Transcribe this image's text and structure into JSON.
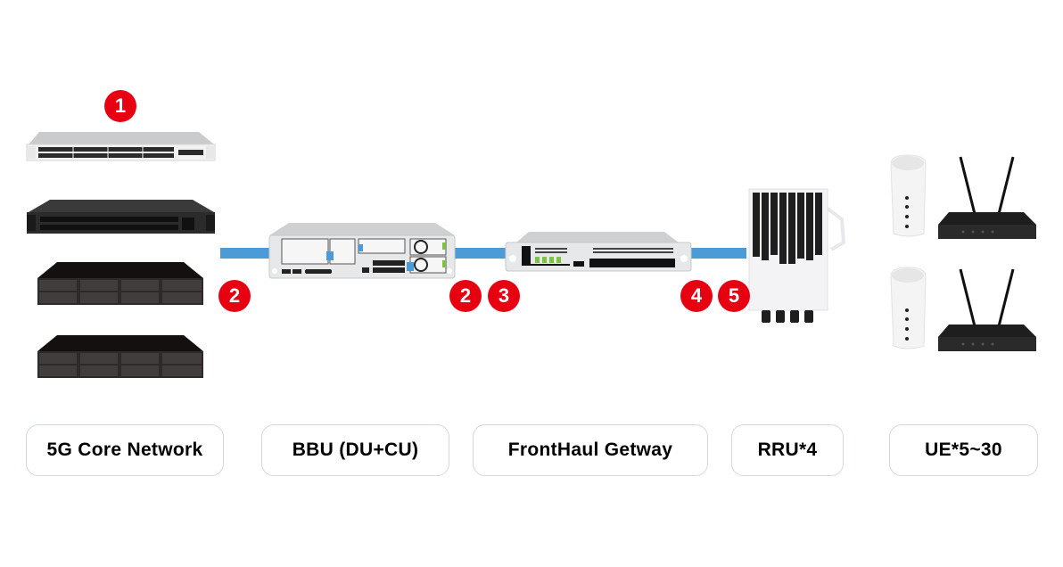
{
  "diagram": {
    "title": "5G network topology",
    "badges": [
      {
        "id": "b1",
        "text": "1"
      },
      {
        "id": "b2a",
        "text": "2"
      },
      {
        "id": "b2b",
        "text": "2"
      },
      {
        "id": "b3",
        "text": "3"
      },
      {
        "id": "b4",
        "text": "4"
      },
      {
        "id": "b5",
        "text": "5"
      }
    ],
    "labels": [
      {
        "id": "core",
        "text": "5G Core Network"
      },
      {
        "id": "bbu",
        "text": "BBU (DU+CU)"
      },
      {
        "id": "fronthaul",
        "text": "FrontHaul Getway"
      },
      {
        "id": "rru",
        "text": "RRU*4"
      },
      {
        "id": "ue",
        "text": "UE*5~30"
      }
    ],
    "colors": {
      "badge": "#e60012",
      "cable": "#4a9bd8",
      "label_border": "#d4d8de"
    },
    "devices": {
      "core": [
        "switch-white",
        "switch-black",
        "storage-server",
        "storage-server"
      ],
      "bbu": [
        "bbu-server"
      ],
      "fronthaul": [
        "fronthaul-gateway"
      ],
      "rru": [
        "rru-unit"
      ],
      "ue": [
        "cpe",
        "router",
        "cpe",
        "router"
      ]
    }
  }
}
